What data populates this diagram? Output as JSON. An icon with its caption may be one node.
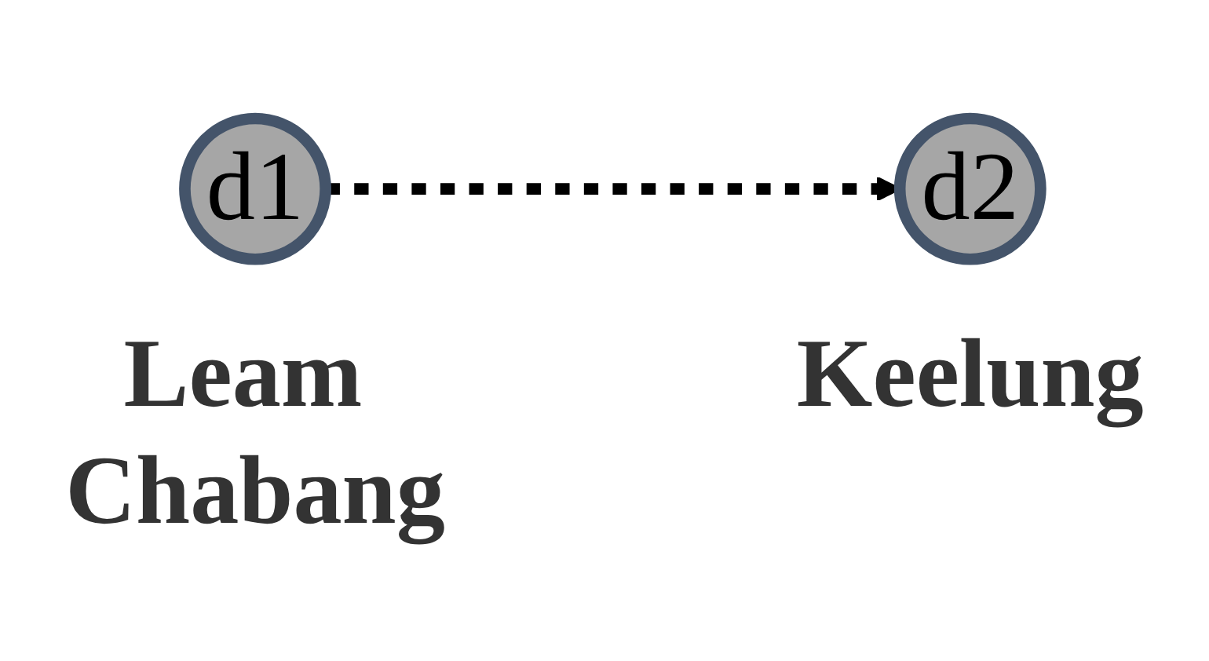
{
  "diagram": {
    "nodes": [
      {
        "text": [
          "d1"
        ],
        "beside": [
          "Leam Chabang"
        ]
      },
      {
        "text": [
          "d2"
        ],
        "beside": [
          "Keelung"
        ]
      }
    ],
    "edges": [
      {
        "from": 0,
        "to": 1,
        "arrow": "to",
        "style": "dashed"
      }
    ]
  }
}
